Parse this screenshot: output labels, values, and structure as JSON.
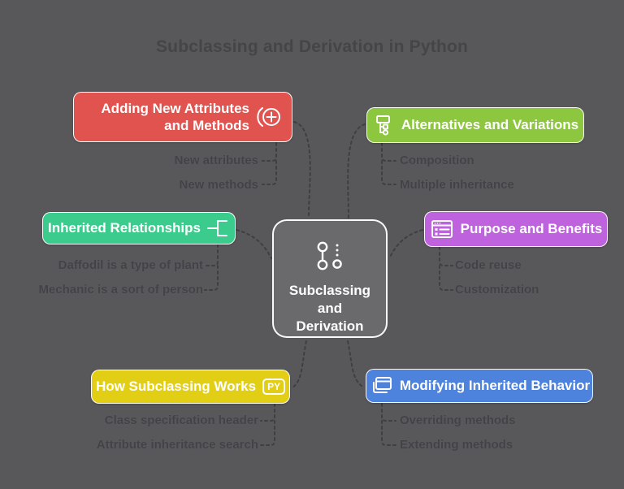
{
  "title": "Subclassing and Derivation in Python",
  "center": {
    "label": "Subclassing\nand\nDerivation",
    "icon": "versions-icon"
  },
  "nodes": [
    {
      "id": "adding-new-attributes",
      "label": "Adding New Attributes and Methods",
      "icon": "add-circle-icon",
      "color": "#E0534E",
      "children": [
        "New attributes",
        "New methods"
      ]
    },
    {
      "id": "alternatives-variations",
      "label": "Alternatives and Variations",
      "icon": "sitemap-icon",
      "color": "#8DC63F",
      "children": [
        "Composition",
        "Multiple inheritance"
      ]
    },
    {
      "id": "inherited-relationships",
      "label": "Inherited Relationships",
      "icon": "bracket-tree-icon",
      "color": "#3BCB8C",
      "children": [
        "Daffodil is a type of plant",
        "Mechanic is a sort of person"
      ]
    },
    {
      "id": "purpose-benefits",
      "label": "Purpose and Benefits",
      "icon": "form-list-icon",
      "color": "#BE63DD",
      "children": [
        "Code reuse",
        "Customization"
      ]
    },
    {
      "id": "how-subclassing-works",
      "label": "How Subclassing Works",
      "icon": "python-badge-icon",
      "color": "#E3CE16",
      "children": [
        "Class specification header",
        "Attribute inheritance search"
      ]
    },
    {
      "id": "modifying-inherited-behavior",
      "label": "Modifying Inherited Behavior",
      "icon": "stacked-windows-icon",
      "color": "#4D82DD",
      "children": [
        "Overriding methods",
        "Extending methods"
      ]
    }
  ],
  "icons": {
    "py_label": "PY"
  },
  "colors": {
    "background": "#58585B",
    "title_text": "#454548",
    "muted_text": "#424247",
    "connector": "#3E3F43",
    "center_fill": "#6A6A6C",
    "node_red": "#E0534E",
    "node_lime": "#8DC63F",
    "node_teal": "#3BCB8C",
    "node_purple": "#BE63DD",
    "node_yellow": "#E3CE16",
    "node_blue": "#4D82DD"
  }
}
